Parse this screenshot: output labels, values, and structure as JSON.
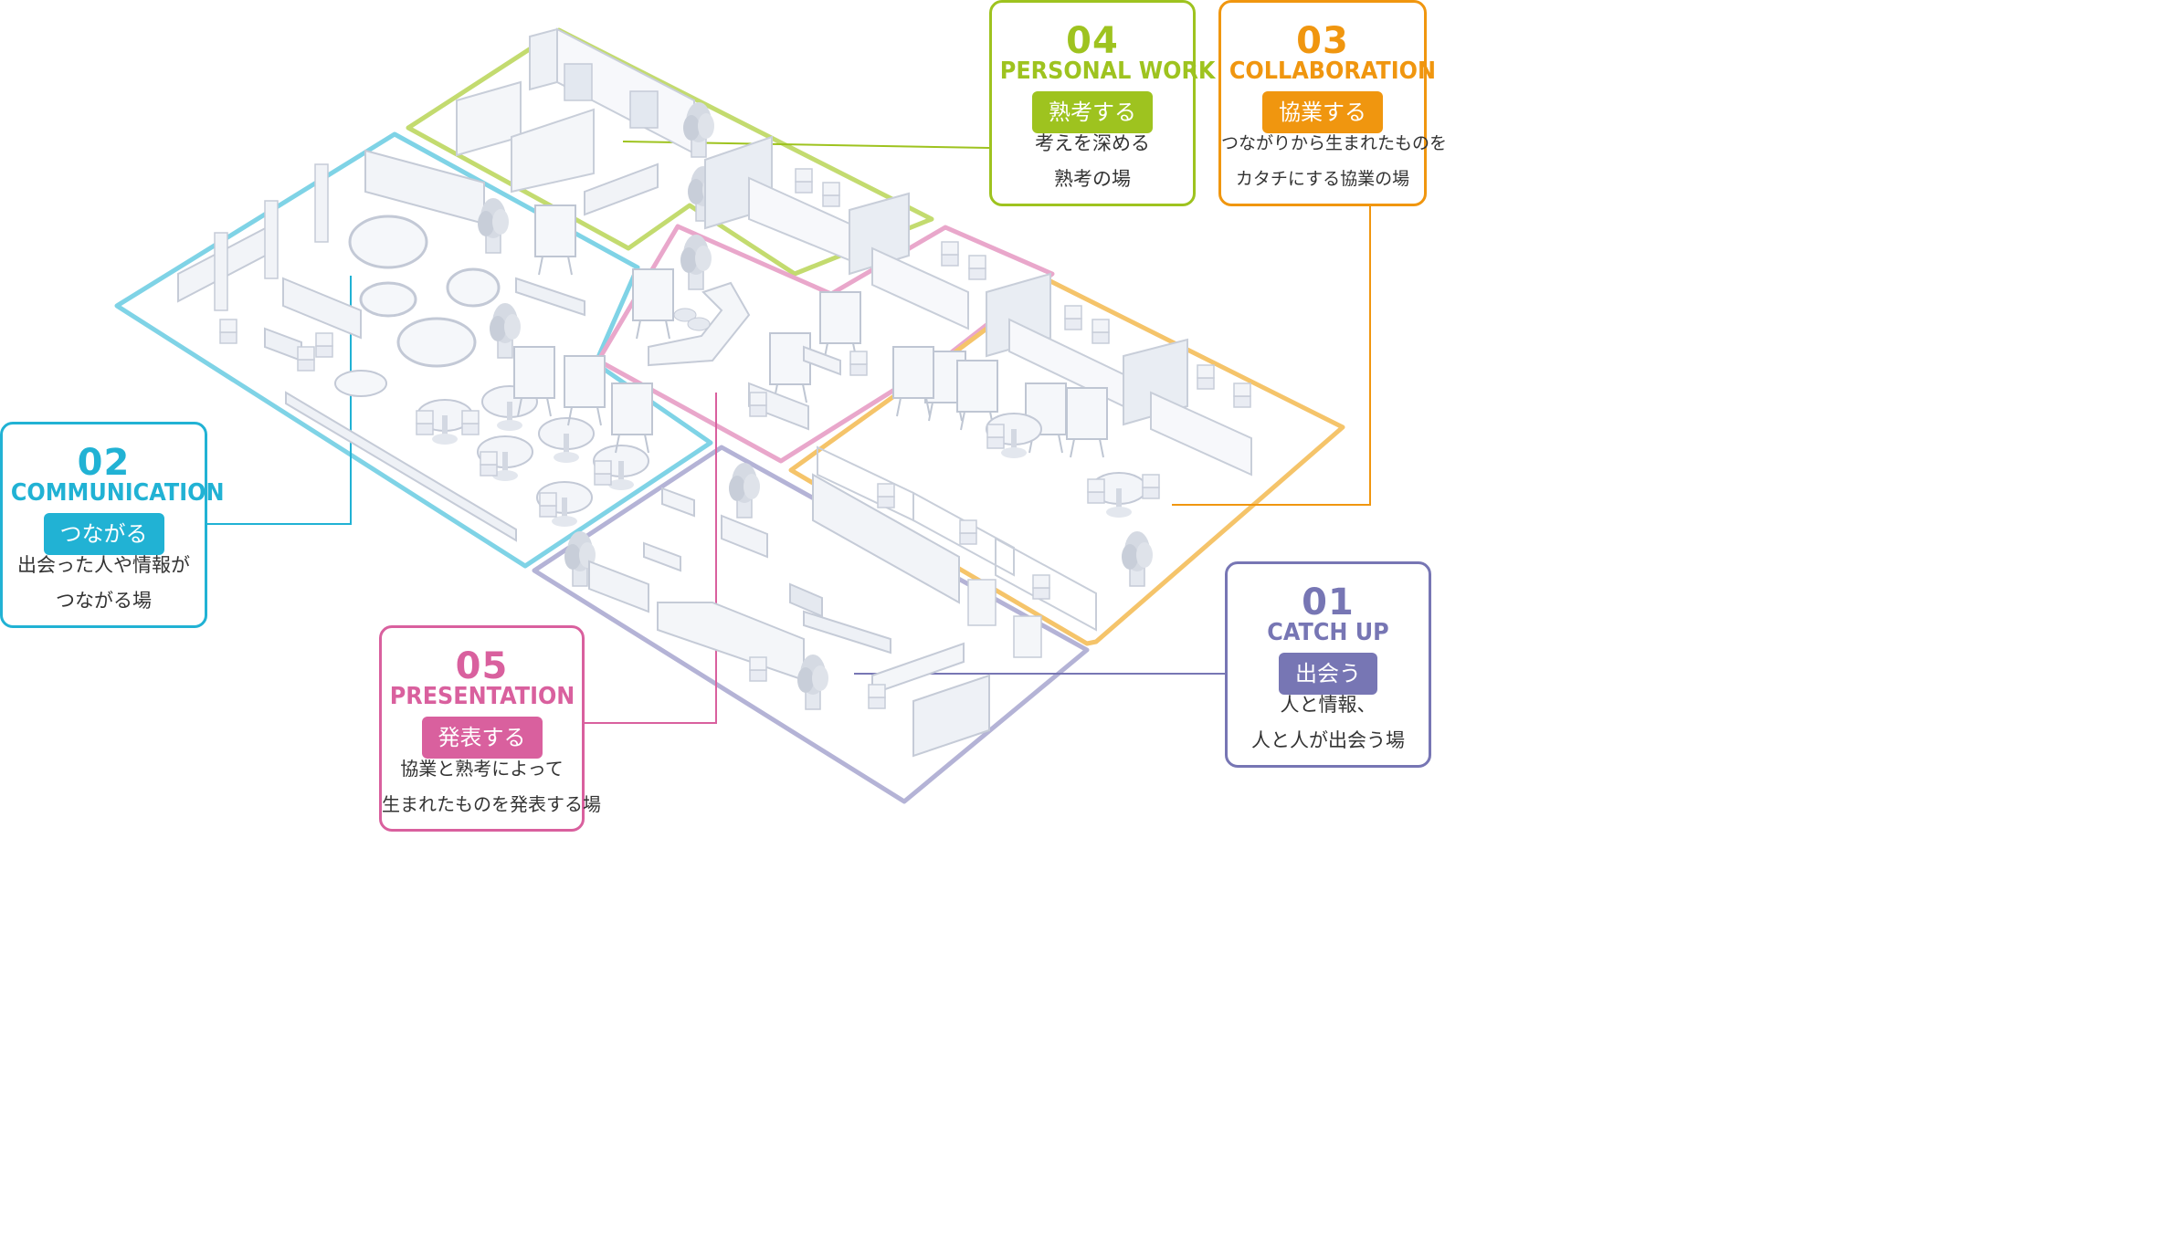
{
  "zones": {
    "personal_work": {
      "number": "04",
      "title_en": "PERSONAL WORK",
      "tag": "熟考する",
      "desc": [
        "考えを深める",
        "熟考の場"
      ],
      "color": "#9ec31f",
      "outline_color": "#c3db6f"
    },
    "collaboration": {
      "number": "03",
      "title_en": "COLLABORATION",
      "tag": "協業する",
      "desc": [
        "つながりから生まれたものを",
        "カタチにする協業の場"
      ],
      "color": "#f0960f",
      "outline_color": "#f5c46a"
    },
    "communication": {
      "number": "02",
      "title_en": "COMMUNICATION",
      "tag": "つながる",
      "desc": [
        "出会った人や情報が",
        "つながる場"
      ],
      "color": "#21b2d4",
      "outline_color": "#7fd3e6"
    },
    "presentation": {
      "number": "05",
      "title_en": "PRESENTATION",
      "tag": "発表する",
      "desc": [
        "協業と熟考によって",
        "生まれたものを発表する場"
      ],
      "color": "#d9609e",
      "outline_color": "#e9a7cb"
    },
    "catch_up": {
      "number": "01",
      "title_en": "CATCH UP",
      "tag": "出会う",
      "desc": [
        "人と情報、",
        "人と人が出会う場"
      ],
      "color": "#7776b4",
      "outline_color": "#b4b3d6"
    }
  }
}
